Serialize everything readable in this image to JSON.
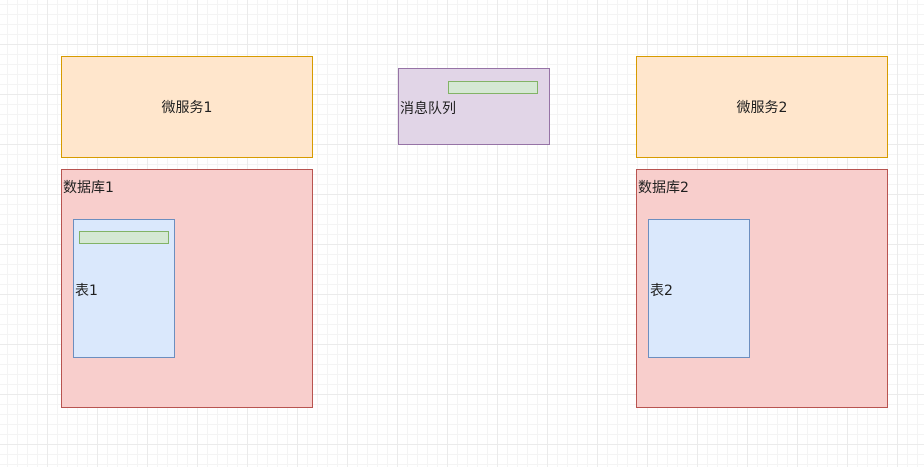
{
  "diagram": {
    "service1": {
      "label": "微服务1"
    },
    "service2": {
      "label": "微服务2"
    },
    "queue": {
      "label": "消息队列"
    },
    "database1": {
      "label": "数据库1",
      "table": {
        "label": "表1"
      }
    },
    "database2": {
      "label": "数据库2",
      "table": {
        "label": "表2"
      }
    }
  },
  "colors": {
    "service_fill": "#ffe6cc",
    "service_stroke": "#d79b00",
    "database_fill": "#f8cecc",
    "database_stroke": "#b85450",
    "table_fill": "#dae8fc",
    "table_stroke": "#6c8ebf",
    "queue_fill": "#e1d5e7",
    "queue_stroke": "#9673a6",
    "bar_fill": "#d5e8d4",
    "bar_stroke": "#82b366"
  }
}
